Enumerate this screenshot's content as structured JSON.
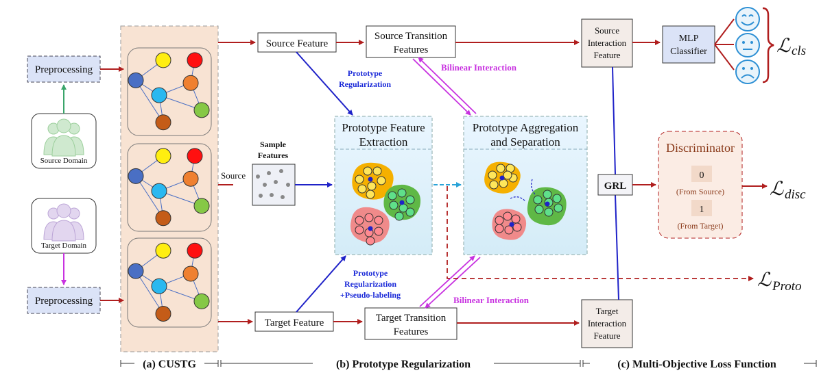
{
  "colors": {
    "red": "#b01e1e",
    "blue": "#1f22c8",
    "magenta": "#c832e0",
    "green": "#3aa56a",
    "purple_label": "#7b3fe4",
    "blue_label": "#1b2ad8"
  },
  "left": {
    "preprocessing_top": "Preprocessing",
    "preprocessing_bottom": "Preprocessing",
    "source_domain": "Source Domain",
    "target_domain": "Target Domain"
  },
  "middle": {
    "source_feature": "Source Feature",
    "target_feature": "Target Feature",
    "source_transition": [
      "Source Transition",
      "Features"
    ],
    "target_transition": [
      "Target Transition",
      "Features"
    ],
    "sample_features": [
      "Sample",
      "Features"
    ],
    "source_label": "Source",
    "proto_reg_top": [
      "Prototype",
      "Regularization"
    ],
    "proto_reg_bottom": [
      "Prototype",
      "Regularization",
      "+Pseudo-labeling"
    ],
    "bilinear_top": "Bilinear Interaction",
    "bilinear_bottom": "Bilinear Interaction",
    "proto_feat_title": [
      "Prototype Feature",
      "Extraction"
    ],
    "proto_agg_title": [
      "Prototype Aggregation",
      "and Separation"
    ]
  },
  "right": {
    "source_interaction": [
      "Source",
      "Interaction",
      "Feature"
    ],
    "target_interaction": [
      "Target",
      "Interaction",
      "Feature"
    ],
    "mlp": [
      "MLP",
      "Classifier"
    ],
    "grl": "GRL",
    "discriminator": "Discriminator",
    "disc_0": "0",
    "disc_0_label": "(From Source)",
    "disc_1": "1",
    "disc_1_label": "(From Target)",
    "loss_cls_main": "ℒ",
    "loss_cls_sub": "cls",
    "loss_disc_main": "ℒ",
    "loss_disc_sub": "disc",
    "loss_proto_main": "ℒ",
    "loss_proto_sub": "Proto",
    "emoji_icons": [
      "smile-icon",
      "neutral-icon",
      "sad-icon"
    ]
  },
  "footer": {
    "a": "(a) CUSTG",
    "b": "(b) Prototype Regularization",
    "c": "(c) Multi-Objective Loss Function"
  }
}
